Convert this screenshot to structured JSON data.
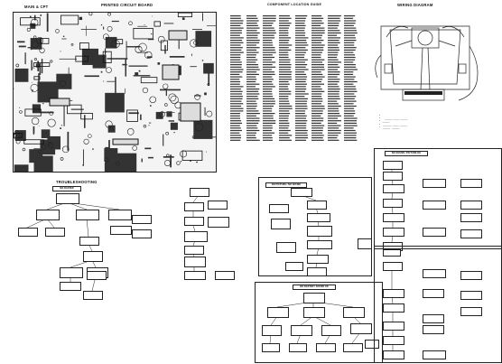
{
  "titles": {
    "main_cpt": "MAIN & CPT",
    "pcb": "PRINTED CIRCUIT BOARD",
    "guide": "COMPONENT LOCATION GUIDE",
    "wiring": "WIRING DIAGRAM",
    "troubleshooting": "TROUBLESHOOTING"
  },
  "flowcharts": {
    "no_raster": "NO RASTER",
    "no_picture_no_sound": "NO PICTURE / NO SOUND",
    "no_sound_picture_ok": "NO SOUND / PICTURE OK",
    "no_raster_sound_ok": "NO RASTER / SOUND OK"
  },
  "colors": {
    "ink": "#222222",
    "board": "#f4f4f4",
    "paper": "#ffffff"
  }
}
